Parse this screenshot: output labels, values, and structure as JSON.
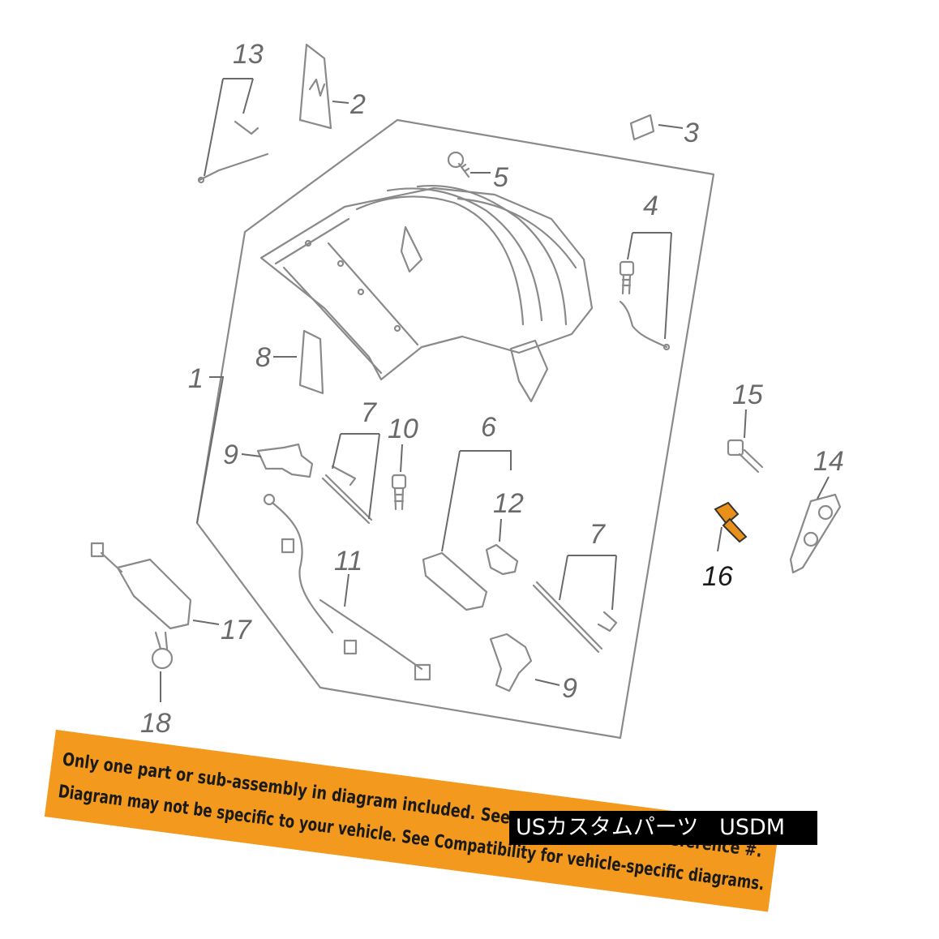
{
  "diagram": {
    "callouts": {
      "c1": "1",
      "c2": "2",
      "c3": "3",
      "c4": "4",
      "c5": "5",
      "c6": "6",
      "c7a": "7",
      "c7b": "7",
      "c8": "8",
      "c9a": "9",
      "c9b": "9",
      "c10": "10",
      "c11": "11",
      "c12": "12",
      "c13": "13",
      "c14": "14",
      "c15": "15",
      "c16": "16",
      "c17": "17",
      "c18": "18"
    },
    "highlighted_part": "16",
    "highlight_color": "#e8901a",
    "line_color": "#8a8a8a"
  },
  "banner": {
    "color": "#f39a1e",
    "line1": "Only one part or sub-assembly in diagram included. See Item Specifics for Reference #.",
    "line2": "Diagram may not be specific to your vehicle. See Compatibility for vehicle-specific diagrams."
  },
  "watermark": {
    "text": "USカスタムパーツ   USDM"
  }
}
